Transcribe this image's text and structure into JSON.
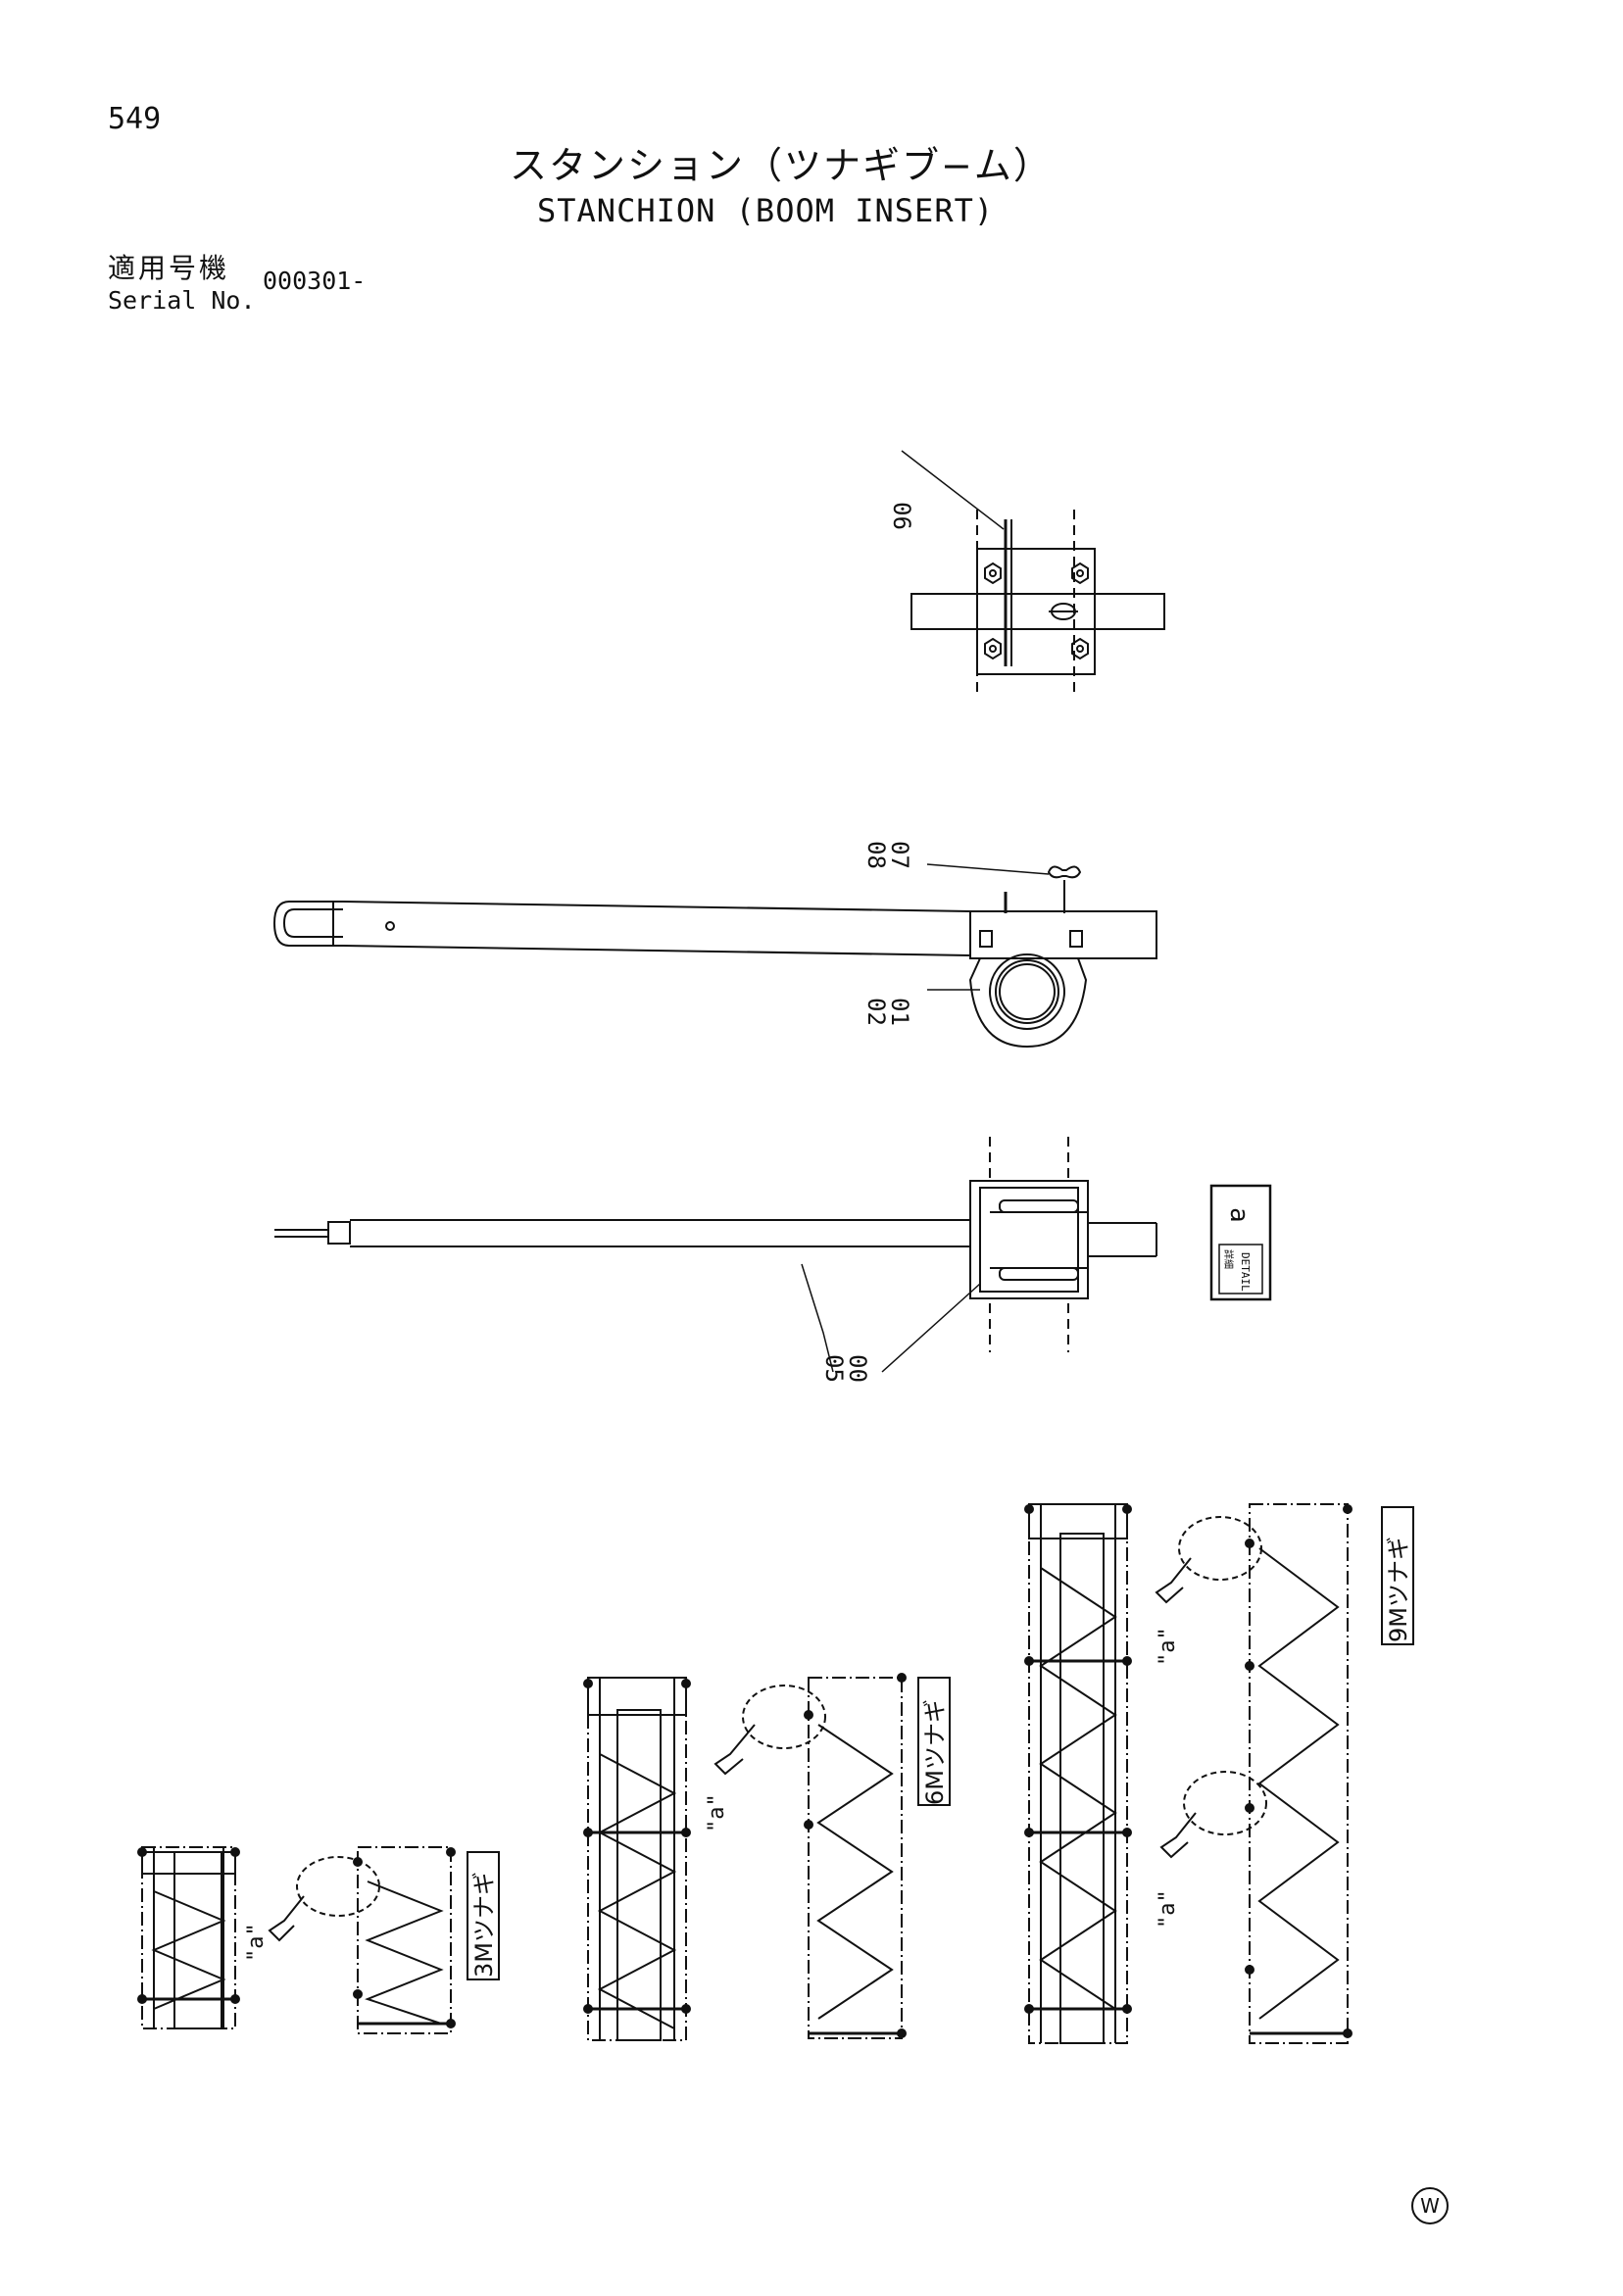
{
  "page_number": "549",
  "title": {
    "jp": "スタンション（ツナギブ−ム）",
    "en": "STANCHION (BOOM INSERT)"
  },
  "serial": {
    "label_jp": "適用号機",
    "label_en": "Serial No.",
    "value": "000301-"
  },
  "callouts": {
    "top_view": [
      "06"
    ],
    "side_view": [
      "08",
      "07",
      "02",
      "01"
    ],
    "plan_view": [
      "05",
      "00"
    ]
  },
  "detail_box": {
    "letter": "a",
    "label_1": "詳細",
    "label_2": "DETAIL"
  },
  "boom_inserts": [
    {
      "label": "3Mツナギ",
      "detail_ref": "\"a\""
    },
    {
      "label": "6Mツナギ",
      "detail_ref": "\"a\""
    },
    {
      "label": "9Mツナギ",
      "detail_ref_1": "\"a\"",
      "detail_ref_2": "\"a\""
    }
  ],
  "copyright_mark": "W"
}
